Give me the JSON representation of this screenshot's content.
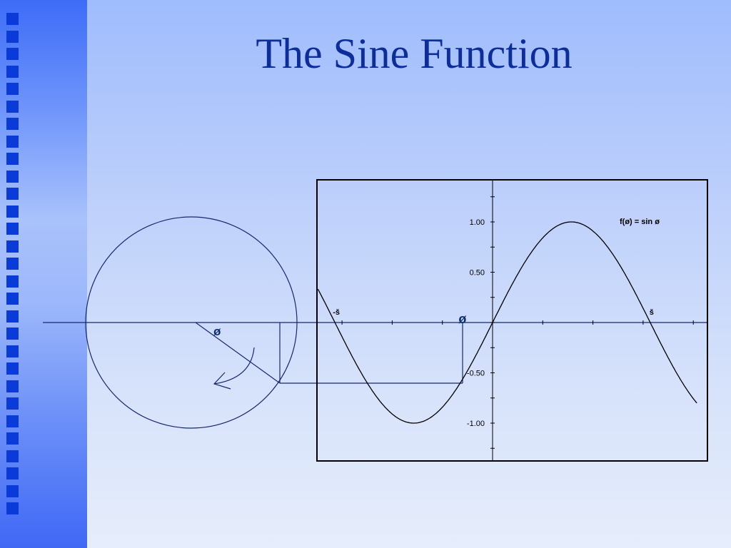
{
  "slide": {
    "title": "The Sine Function"
  },
  "chart_data": {
    "type": "line",
    "function": "sin",
    "series": [
      {
        "name": "f(ø) = sin ø"
      }
    ],
    "legend_text": "f(ø) = sin ø",
    "x_range": [
      -3.48,
      4.07
    ],
    "ylim": [
      -1.3,
      1.34
    ],
    "y_ticks": [
      1.0,
      0.5,
      -0.5,
      -1.0
    ],
    "y_tick_labels": [
      "1.00",
      "0.50",
      "-0.50",
      "-1.00"
    ],
    "x_marker_labels": [
      {
        "x": -3.14159,
        "label": "-š"
      },
      {
        "x": 3.14159,
        "label": "š"
      },
      {
        "x": -0.6,
        "label": "ø"
      }
    ],
    "highlight_angle": -0.6
  },
  "circle": {
    "angle_label": "ø"
  },
  "colors": {
    "background": "#b9cdfb",
    "sidebar": "#3d6cf7",
    "bullet": "#0a3ad8",
    "title": "#0d2d9a",
    "line": "#17286e",
    "curve": "#000000"
  }
}
